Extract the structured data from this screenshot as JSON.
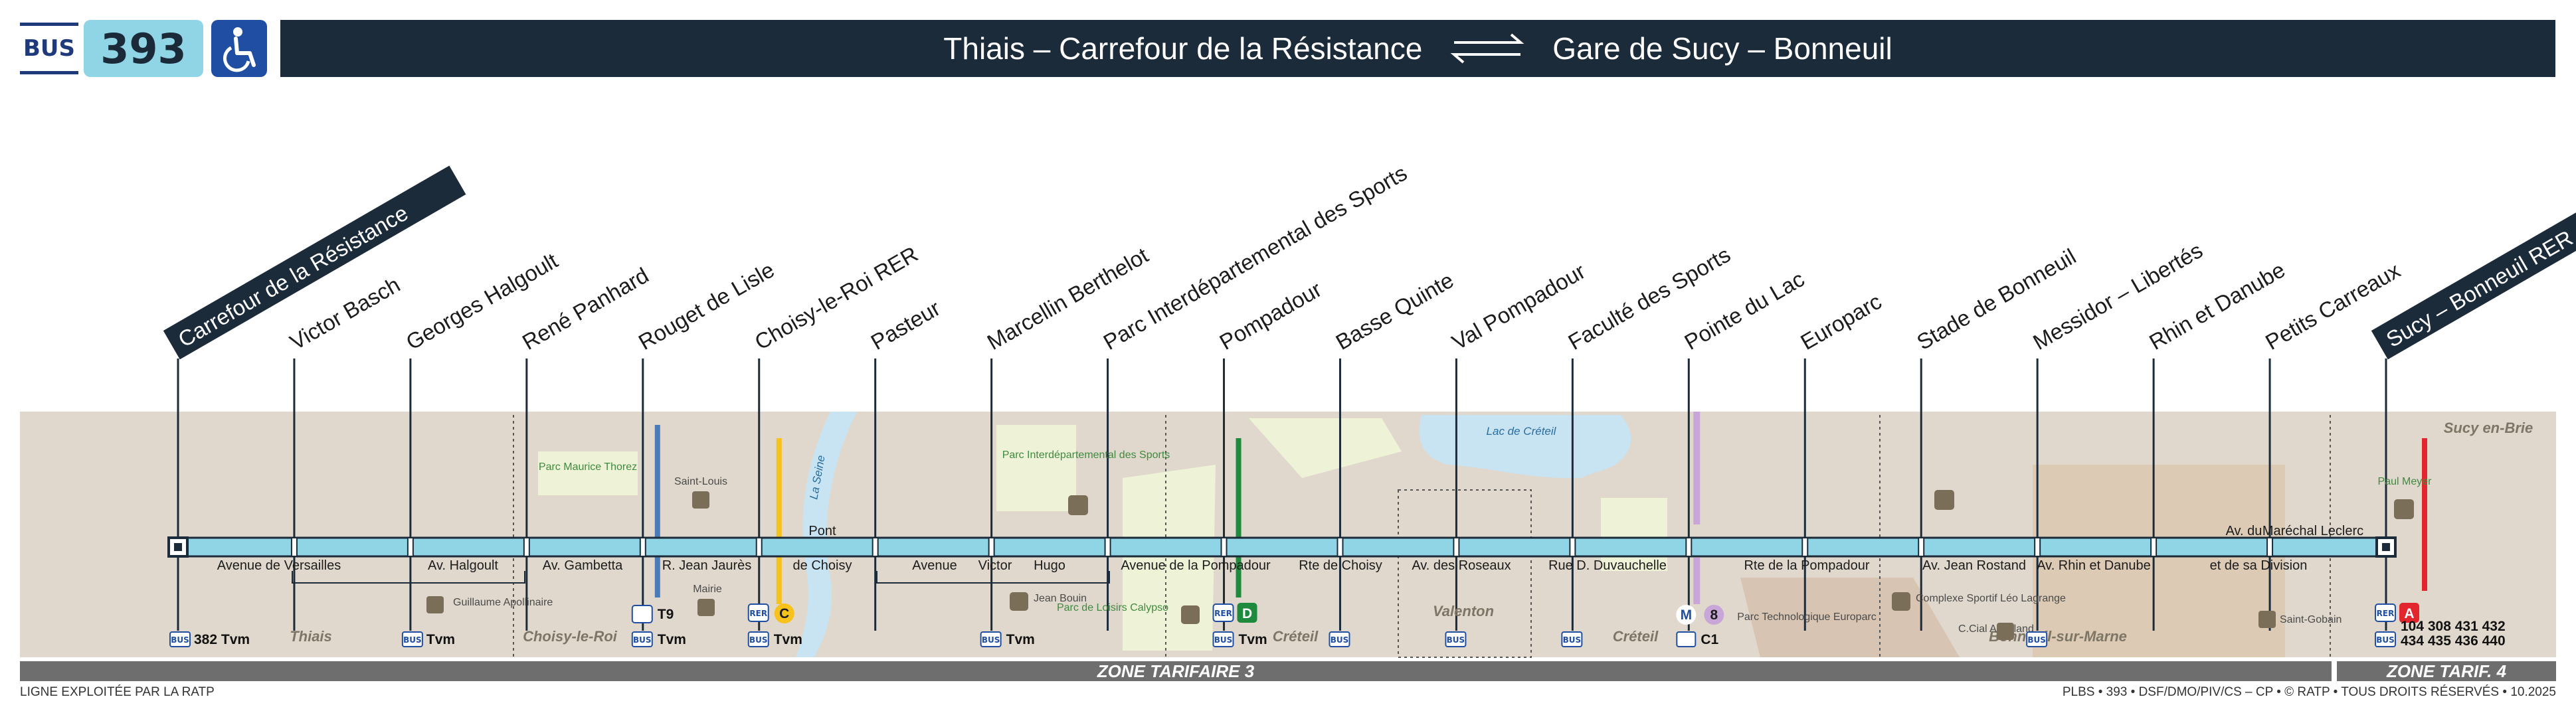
{
  "header": {
    "bus_label": "BUS",
    "line_number": "393",
    "accessibility_icon": "wheelchair-icon",
    "origin": "Thiais – Carrefour de la Résistance",
    "destination": "Gare de Sucy – Bonneuil",
    "direction_icon": "two-way-arrows-icon"
  },
  "colors": {
    "title_bar": "#1c2b3a",
    "line_color": "#8fd5e6",
    "terminus_label": "#1c2b3a",
    "rer_c": "#f6c21b",
    "rer_d": "#1e8a3e",
    "rer_a": "#e3262d",
    "metro_8": "#c9a6d8",
    "tram_t9": "#4a7bb9",
    "map_background": "#e0d8cc",
    "water": "#c8e3f2",
    "parks": "#eef3d8"
  },
  "stops": [
    {
      "name": "Carrefour de la Résistance",
      "terminus": true
    },
    {
      "name": "Victor Basch"
    },
    {
      "name": "Georges Halgoult"
    },
    {
      "name": "René Panhard"
    },
    {
      "name": "Rouget de Lisle"
    },
    {
      "name": "Choisy-le-Roi RER"
    },
    {
      "name": "Pasteur"
    },
    {
      "name": "Marcellin Berthelot"
    },
    {
      "name": "Parc Interdépartemental des Sports"
    },
    {
      "name": "Pompadour"
    },
    {
      "name": "Basse Quinte"
    },
    {
      "name": "Val Pompadour"
    },
    {
      "name": "Faculté des Sports"
    },
    {
      "name": "Pointe du Lac"
    },
    {
      "name": "Europarc"
    },
    {
      "name": "Stade de Bonneuil"
    },
    {
      "name": "Messidor – Libertés"
    },
    {
      "name": "Rhin et Danube"
    },
    {
      "name": "Petits Carreaux"
    },
    {
      "name": "Sucy – Bonneuil RER",
      "terminus": true
    }
  ],
  "streets": [
    "Avenue de Versailles",
    "Av. Halgoult",
    "Av. Gambetta",
    "R. Jean Jaurès",
    "Pont",
    "de Choisy",
    "Avenue",
    "Victor",
    "Hugo",
    "Avenue de la Pompadour",
    "Rte de Choisy",
    "Av. des Roseaux",
    "Rue D. Duvauchelle",
    "Rte de la Pompadour",
    "Av. Jean Rostand",
    "Av. Rhin et Danube",
    "Av. du",
    "Maréchal Leclerc",
    "et de sa Division"
  ],
  "towns": [
    "Thiais",
    "Choisy-le-Roi",
    "Créteil",
    "Valenton",
    "Créteil",
    "Bonneuil-sur-Marne",
    "Sucy en-Brie"
  ],
  "places": {
    "parc_thorez": "Parc Maurice Thorez",
    "saint_louis": "Saint-Louis",
    "guillaume": "Guillaume Apollinaire",
    "mairie": "Mairie",
    "la_seine": "La Seine",
    "parc_sports": "Parc Interdépartemental des Sports",
    "jean_bouin": "Jean Bouin",
    "parc_calypso": "Parc de Loisirs Calypso",
    "lac_creteil": "Lac de Créteil",
    "parc_techno": "Parc Technologique Europarc",
    "complexe": "Complexe Sportif Léo Lagrange",
    "ccial": "C.Cial Achaland",
    "paul_meyer": "Paul Meyer",
    "saint_gobain": "Saint-Gobain"
  },
  "connections": {
    "c1_bus": "382 Tvm",
    "c3_bus": "Tvm",
    "c5_tram": "T9",
    "c5_bus": "Tvm",
    "c6_rer": "C",
    "c6_bus": "Tvm",
    "c8_bus": "Tvm",
    "c10_rer": "D",
    "c10_bus": "Tvm",
    "c14_metro": "8",
    "c14_bus": "C1",
    "c20_rer": "A",
    "c20_bus_1": "104 308 431 432",
    "c20_bus_2": "434 435 436 440",
    "bus_badge": "BUS",
    "rer_badge": "RER"
  },
  "footer": {
    "zone3": "ZONE TARIFAIRE 3",
    "zone4": "ZONE TARIF. 4",
    "operator": "LIGNE EXPLOITÉE PAR LA RATP",
    "copyright": "PLBS • 393 • DSF/DMO/PIV/CS – CP • © RATP • TOUS DROITS RÉSERVÉS • 10.2025"
  }
}
